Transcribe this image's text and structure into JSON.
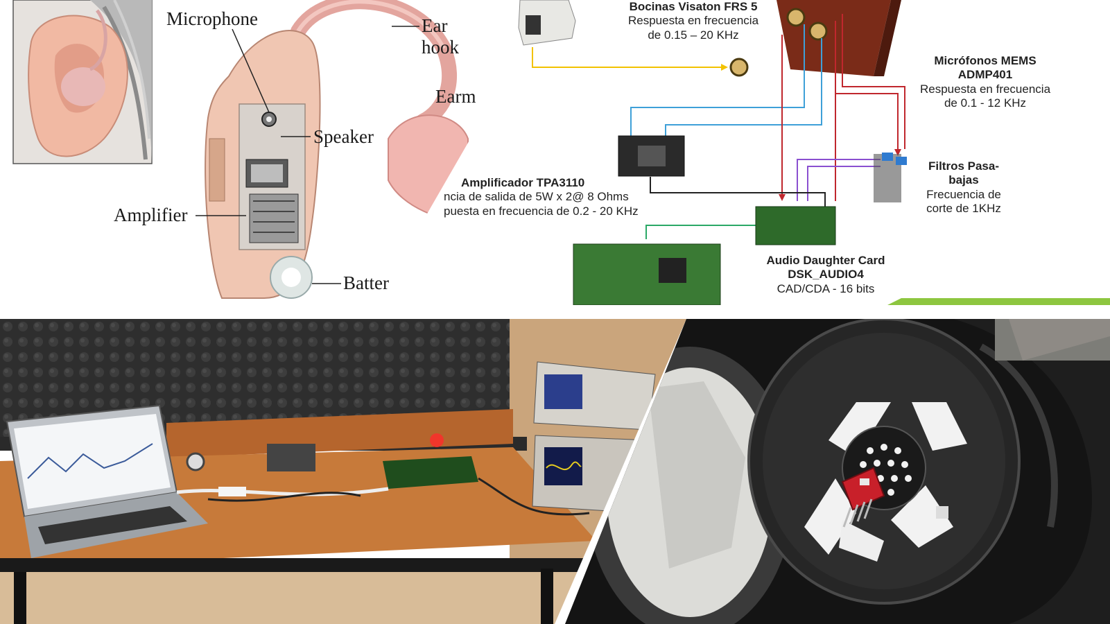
{
  "hearing_aid": {
    "labels": {
      "microphone": "Microphone",
      "ear_hook": "Ear hook",
      "earmold": "Earm",
      "speaker": "Speaker",
      "amplifier": "Amplifier",
      "battery": "Batter"
    }
  },
  "system_diagram": {
    "speakers": {
      "name": "Bocinas Visaton FRS 5",
      "line1": "Respuesta en frecuencia",
      "line2": "de 0.15 – 20 KHz"
    },
    "mics": {
      "name1": "Micrófonos MEMS",
      "name2": "ADMP401",
      "line1": "Respuesta en frecuencia",
      "line2": "de 0.1 - 12 KHz"
    },
    "filters": {
      "name1": "Filtros Pasa-",
      "name2": "bajas",
      "line1": "Frecuencia de",
      "line2": "corte de 1KHz"
    },
    "amplifier": {
      "name": "Amplificador  TPA3110",
      "line1": "ncia de salida de 5W x 2@ 8 Ohms",
      "line2": "puesta en frecuencia de 0.2 - 20 KHz"
    },
    "daughter_card": {
      "name1": "Audio Daughter Card",
      "name2": "DSK_AUDIO4",
      "line1": "CAD/CDA - 16 bits"
    }
  },
  "colors": {
    "accent_green": "#8dc63f",
    "wire_red": "#c0272d",
    "wire_blue": "#3ea0d8",
    "wire_purple": "#8a4fd0",
    "wire_green": "#2aa866",
    "wire_yellow": "#f2c200"
  }
}
